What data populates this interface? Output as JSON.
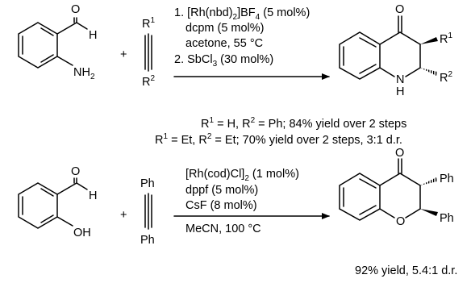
{
  "reaction1": {
    "reactant1": {
      "atom_cho": "H",
      "atom_o": "O",
      "atom_nh2": "NH",
      "atom_nh2_sub": "2"
    },
    "plus": "+",
    "reactant2": {
      "r_top": "R",
      "r_top_sup": "1",
      "r_bottom": "R",
      "r_bottom_sup": "2"
    },
    "conditions": {
      "line1_pre": "1. [Rh(nbd)",
      "line1_sub": "2",
      "line1_post": "]BF",
      "line1_sub2": "4",
      "line1_end": " (5 mol%)",
      "line2": "dcpm (5 mol%)",
      "line3": "acetone, 55 °C",
      "line4_pre": "2. SbCl",
      "line4_sub": "3",
      "line4_post": " (30 mol%)"
    },
    "product": {
      "atom_o": "O",
      "atom_n": "N",
      "atom_h": "H",
      "r1": "R",
      "r1_sup": "1",
      "r2": "R",
      "r2_sup": "2"
    },
    "result_1": {
      "r1": "R",
      "r1_sup": "1",
      "mid": " = H, R",
      "r2_sup": "2",
      "rest": " = Ph; 84% yield over 2 steps"
    },
    "result_2": {
      "r1": "R",
      "r1_sup": "1",
      "mid": " = Et, R",
      "r2_sup": "2",
      "rest": " = Et; 70% yield over 2 steps, 3:1 d.r."
    }
  },
  "reaction2": {
    "reactant1": {
      "atom_o": "O",
      "atom_cho": "H",
      "atom_oh": "OH"
    },
    "plus": "+",
    "reactant2": {
      "top": "Ph",
      "bottom": "Ph"
    },
    "conditions": {
      "line1_pre": "[Rh(cod)Cl]",
      "line1_sub": "2",
      "line1_post": " (1 mol%)",
      "line2": "dppf (5 mol%)",
      "line3": "CsF (8 mol%)",
      "line4": "MeCN, 100 °C"
    },
    "product": {
      "atom_o_top": "O",
      "atom_o_ring": "O",
      "ph1": "Ph",
      "ph2": "Ph"
    },
    "result": "92% yield, 5.4:1 d.r."
  }
}
